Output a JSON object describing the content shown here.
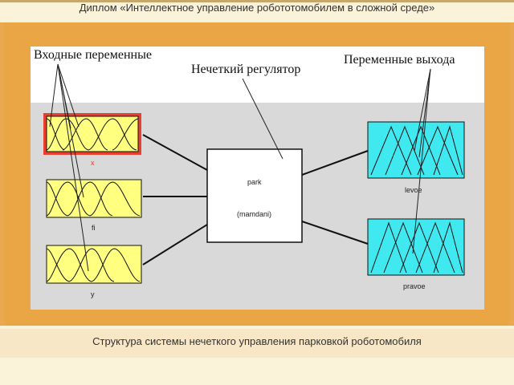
{
  "header": {
    "title": "Диплом «Интеллектное управление робототомобилем в сложной среде»"
  },
  "annotations": {
    "inputs": "Входные переменные",
    "controller": "Нечеткий регулятор",
    "outputs": "Переменные выхода"
  },
  "inputs": [
    {
      "label": "x",
      "selected": true
    },
    {
      "label": "fi",
      "selected": false
    },
    {
      "label": "y",
      "selected": false
    }
  ],
  "controller": {
    "name": "park",
    "method": "(mamdani)"
  },
  "outputs": [
    {
      "label": "levoe"
    },
    {
      "label": "pravoe"
    }
  ],
  "footer": {
    "caption": "Структура системы нечеткого управления парковкой роботомобиля"
  },
  "colors": {
    "input_fill": "#ffff80",
    "output_fill": "#40e8f0",
    "selected_border": "#e03020"
  }
}
